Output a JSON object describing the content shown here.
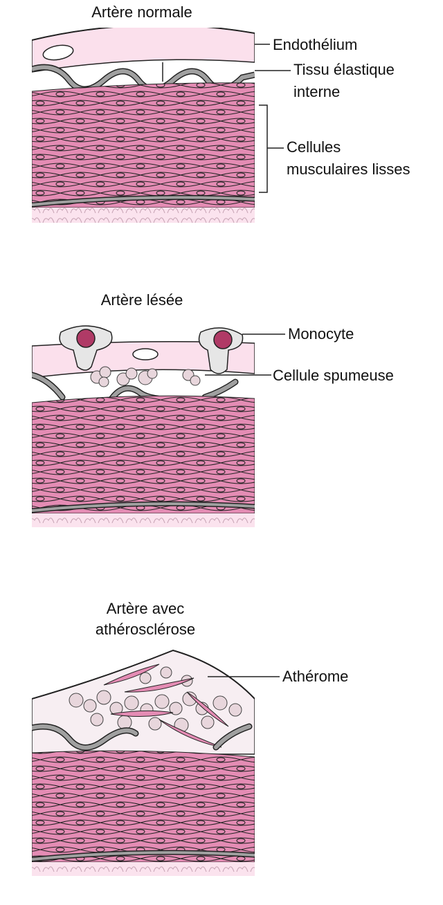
{
  "panels": [
    {
      "title": "Artère normale",
      "labels": {
        "endothelium": "Endothélium",
        "elastic_line1": "Tissu élastique",
        "elastic_line2": "interne",
        "smooth_line1": "Cellules",
        "smooth_line2": "musculaires lisses"
      }
    },
    {
      "title": "Artère lésée",
      "labels": {
        "monocyte": "Monocyte",
        "foam_cell": "Cellule spumeuse"
      }
    },
    {
      "title_line1": "Artère avec",
      "title_line2": "athérosclérose",
      "labels": {
        "atheroma": "Athérome"
      }
    }
  ],
  "colors": {
    "muscle": "#e48cb4",
    "muscle_light": "#f4c6da",
    "endothelium": "#fbe0ec",
    "elastic": "#a0a0a0",
    "outline": "#222222",
    "foam": "#e8d6dc",
    "lipid": "#f7eef2"
  }
}
